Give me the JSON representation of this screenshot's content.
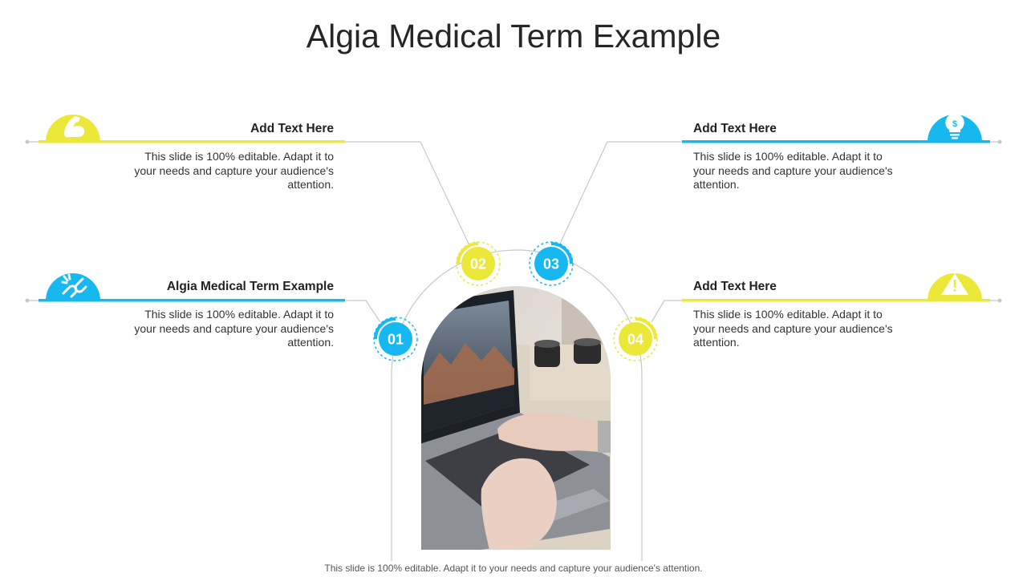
{
  "title": "Algia Medical Term Example",
  "colors": {
    "yellow": "#ece83a",
    "blue": "#17b8ef",
    "line": "#c8c8c8"
  },
  "items": [
    {
      "number": "01",
      "heading": "Algia Medical Term Example",
      "body": "This slide is 100% editable.  Adapt it to your needs and capture your audience's attention.",
      "icon": "broken-link-icon",
      "color": "blue"
    },
    {
      "number": "02",
      "heading": "Add  Text Here",
      "body": "This slide is 100% editable.  Adapt it to your needs and capture your audience's attention.",
      "icon": "flexed-arm-icon",
      "color": "yellow"
    },
    {
      "number": "03",
      "heading": "Add  Text Here",
      "body": "This slide is 100% editable.  Adapt it to your needs and capture your audience's attention.",
      "icon": "lightbulb-dollar-icon",
      "color": "blue"
    },
    {
      "number": "04",
      "heading": "Add  Text Here",
      "body": "This slide is 100% editable.  Adapt it to your needs and capture your audience's attention.",
      "icon": "warning-triangle-icon",
      "color": "yellow"
    }
  ],
  "photo": "laptop-typing-photo",
  "footer": "This slide is 100% editable. Adapt it to your needs and capture your audience's attention."
}
